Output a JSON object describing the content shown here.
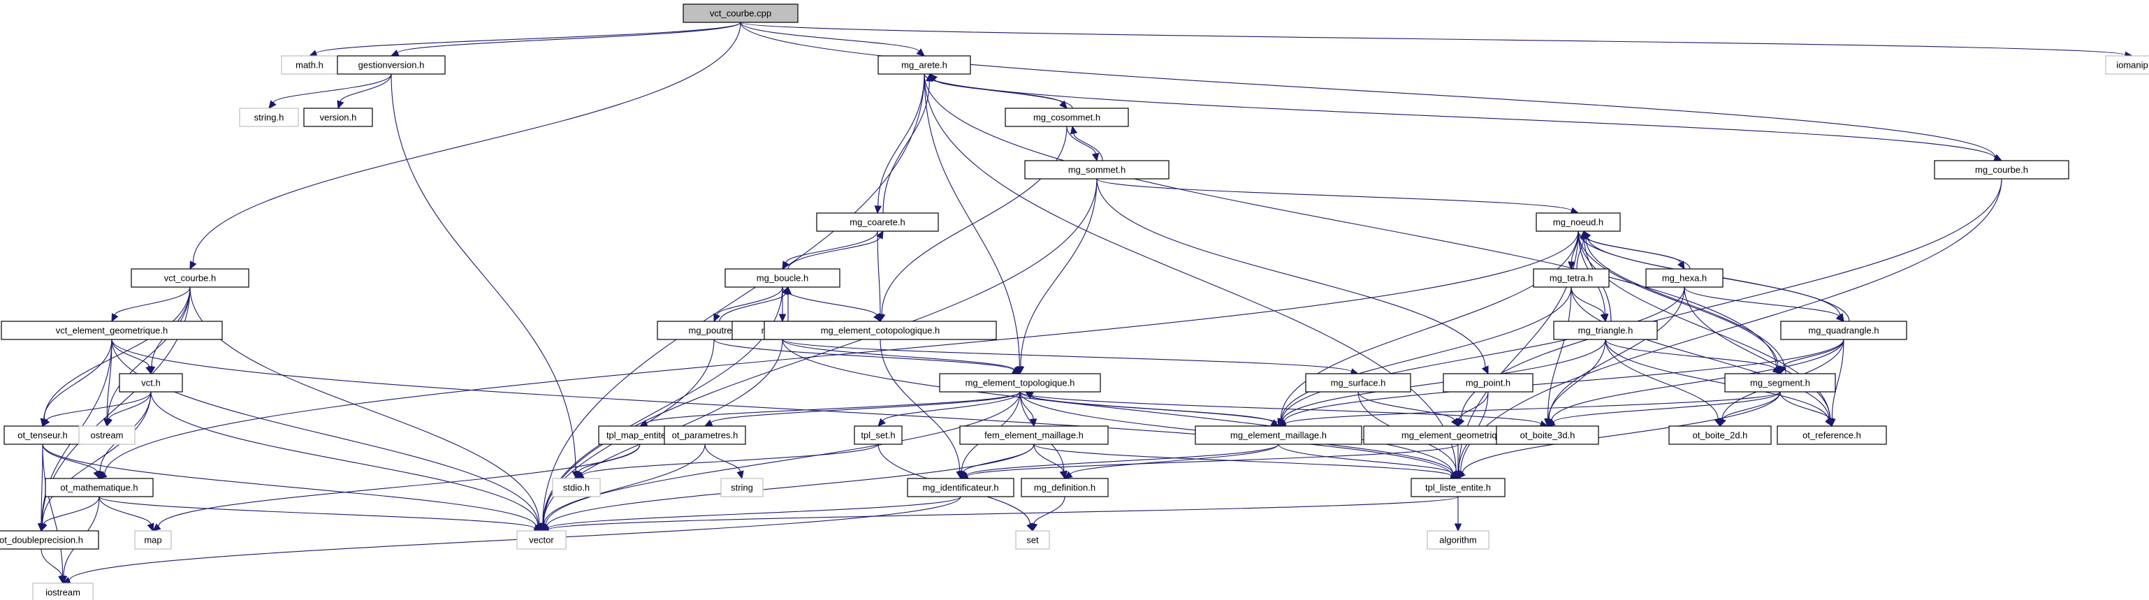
{
  "title": "vct_courbe.cpp include dependency graph",
  "colors": {
    "edge": "#191970",
    "node_border": "#000000",
    "external_border": "#bfbfbf",
    "root_fill": "#bfbfbf"
  },
  "nodes": [
    {
      "id": "vct_courbe_cpp",
      "label": "vct_courbe.cpp",
      "kind": "root"
    },
    {
      "id": "math_h",
      "label": "math.h",
      "kind": "external"
    },
    {
      "id": "gestionversion_h",
      "label": "gestionversion.h",
      "kind": "file"
    },
    {
      "id": "string_h",
      "label": "string.h",
      "kind": "external"
    },
    {
      "id": "version_h",
      "label": "version.h",
      "kind": "file"
    },
    {
      "id": "mg_arete_h",
      "label": "mg_arete.h",
      "kind": "file"
    },
    {
      "id": "iomanip",
      "label": "iomanip",
      "kind": "external"
    },
    {
      "id": "mg_cosommet_h",
      "label": "mg_cosommet.h",
      "kind": "file"
    },
    {
      "id": "mg_sommet_h",
      "label": "mg_sommet.h",
      "kind": "file"
    },
    {
      "id": "mg_courbe_h",
      "label": "mg_courbe.h",
      "kind": "file"
    },
    {
      "id": "mg_coarete_h",
      "label": "mg_coarete.h",
      "kind": "file"
    },
    {
      "id": "mg_noeud_h",
      "label": "mg_noeud.h",
      "kind": "file"
    },
    {
      "id": "vct_courbe_h",
      "label": "vct_courbe.h",
      "kind": "file"
    },
    {
      "id": "mg_boucle_h",
      "label": "mg_boucle.h",
      "kind": "file"
    },
    {
      "id": "mg_tetra_h",
      "label": "mg_tetra.h",
      "kind": "file"
    },
    {
      "id": "mg_hexa_h",
      "label": "mg_hexa.h",
      "kind": "file"
    },
    {
      "id": "vct_element_geometrique_h",
      "label": "vct_element_geometrique.h",
      "kind": "file"
    },
    {
      "id": "mg_poutre_h",
      "label": "mg_poutre.h",
      "kind": "file"
    },
    {
      "id": "mg_face_h",
      "label": "mg_face.h",
      "kind": "file"
    },
    {
      "id": "mg_element_cotopologique_h",
      "label": "mg_element_cotopologique.h",
      "kind": "file"
    },
    {
      "id": "mg_triangle_h",
      "label": "mg_triangle.h",
      "kind": "file"
    },
    {
      "id": "mg_quadrangle_h",
      "label": "mg_quadrangle.h",
      "kind": "file"
    },
    {
      "id": "vct_h",
      "label": "vct.h",
      "kind": "file"
    },
    {
      "id": "mg_element_topologique_h",
      "label": "mg_element_topologique.h",
      "kind": "file"
    },
    {
      "id": "mg_surface_h",
      "label": "mg_surface.h",
      "kind": "file"
    },
    {
      "id": "mg_point_h",
      "label": "mg_point.h",
      "kind": "file"
    },
    {
      "id": "mg_segment_h",
      "label": "mg_segment.h",
      "kind": "file"
    },
    {
      "id": "ot_tenseur_h",
      "label": "ot_tenseur.h",
      "kind": "file"
    },
    {
      "id": "ostream",
      "label": "ostream",
      "kind": "external"
    },
    {
      "id": "tpl_map_entite_h",
      "label": "tpl_map_entite.h",
      "kind": "file"
    },
    {
      "id": "ot_parametres_h",
      "label": "ot_parametres.h",
      "kind": "file"
    },
    {
      "id": "tpl_set_h",
      "label": "tpl_set.h",
      "kind": "file"
    },
    {
      "id": "fem_element_maillage_h",
      "label": "fem_element_maillage.h",
      "kind": "file"
    },
    {
      "id": "mg_element_maillage_h",
      "label": "mg_element_maillage.h",
      "kind": "file"
    },
    {
      "id": "mg_element_geometrique_h",
      "label": "mg_element_geometrique.h",
      "kind": "file"
    },
    {
      "id": "ot_boite_3d_h",
      "label": "ot_boite_3d.h",
      "kind": "file"
    },
    {
      "id": "ot_boite_2d_h",
      "label": "ot_boite_2d.h",
      "kind": "file"
    },
    {
      "id": "ot_reference_h",
      "label": "ot_reference.h",
      "kind": "file"
    },
    {
      "id": "ot_mathematique_h",
      "label": "ot_mathematique.h",
      "kind": "file"
    },
    {
      "id": "stdio_h",
      "label": "stdio.h",
      "kind": "external"
    },
    {
      "id": "string",
      "label": "string",
      "kind": "external"
    },
    {
      "id": "mg_identificateur_h",
      "label": "mg_identificateur.h",
      "kind": "file"
    },
    {
      "id": "mg_definition_h",
      "label": "mg_definition.h",
      "kind": "file"
    },
    {
      "id": "tpl_liste_entite_h",
      "label": "tpl_liste_entite.h",
      "kind": "file"
    },
    {
      "id": "ot_doubleprecision_h",
      "label": "ot_doubleprecision.h",
      "kind": "file"
    },
    {
      "id": "map",
      "label": "map",
      "kind": "external"
    },
    {
      "id": "vector",
      "label": "vector",
      "kind": "external"
    },
    {
      "id": "set",
      "label": "set",
      "kind": "external"
    },
    {
      "id": "algorithm",
      "label": "algorithm",
      "kind": "external"
    },
    {
      "id": "iostream",
      "label": "iostream",
      "kind": "external"
    }
  ],
  "edges": [
    [
      "vct_courbe_cpp",
      "math_h"
    ],
    [
      "vct_courbe_cpp",
      "gestionversion_h"
    ],
    [
      "vct_courbe_cpp",
      "mg_arete_h"
    ],
    [
      "vct_courbe_cpp",
      "iomanip"
    ],
    [
      "vct_courbe_cpp",
      "vct_courbe_h"
    ],
    [
      "vct_courbe_cpp",
      "mg_courbe_h"
    ],
    [
      "gestionversion_h",
      "string_h"
    ],
    [
      "gestionversion_h",
      "version_h"
    ],
    [
      "gestionversion_h",
      "stdio_h"
    ],
    [
      "mg_arete_h",
      "mg_cosommet_h"
    ],
    [
      "mg_arete_h",
      "mg_coarete_h"
    ],
    [
      "mg_arete_h",
      "mg_element_topologique_h"
    ],
    [
      "mg_arete_h",
      "mg_courbe_h"
    ],
    [
      "mg_arete_h",
      "vector"
    ],
    [
      "mg_arete_h",
      "mg_segment_h"
    ],
    [
      "mg_arete_h",
      "tpl_liste_entite_h"
    ],
    [
      "mg_cosommet_h",
      "mg_arete_h"
    ],
    [
      "mg_cosommet_h",
      "mg_sommet_h"
    ],
    [
      "mg_cosommet_h",
      "mg_element_cotopologique_h"
    ],
    [
      "mg_sommet_h",
      "mg_cosommet_h"
    ],
    [
      "mg_sommet_h",
      "mg_element_topologique_h"
    ],
    [
      "mg_sommet_h",
      "mg_noeud_h"
    ],
    [
      "mg_sommet_h",
      "mg_point_h"
    ],
    [
      "mg_sommet_h",
      "vector"
    ],
    [
      "mg_courbe_h",
      "mg_element_geometrique_h"
    ],
    [
      "mg_courbe_h",
      "tpl_liste_entite_h"
    ],
    [
      "mg_coarete_h",
      "mg_arete_h"
    ],
    [
      "mg_coarete_h",
      "mg_boucle_h"
    ],
    [
      "mg_coarete_h",
      "mg_element_cotopologique_h"
    ],
    [
      "mg_noeud_h",
      "mg_tetra_h"
    ],
    [
      "mg_noeud_h",
      "mg_hexa_h"
    ],
    [
      "mg_noeud_h",
      "mg_triangle_h"
    ],
    [
      "mg_noeud_h",
      "mg_quadrangle_h"
    ],
    [
      "mg_noeud_h",
      "mg_segment_h"
    ],
    [
      "mg_noeud_h",
      "mg_element_maillage_h"
    ],
    [
      "mg_noeud_h",
      "ot_mathematique_h"
    ],
    [
      "mg_noeud_h",
      "tpl_liste_entite_h"
    ],
    [
      "mg_noeud_h",
      "ot_reference_h"
    ],
    [
      "vct_courbe_h",
      "vct_element_geometrique_h"
    ],
    [
      "vct_courbe_h",
      "vct_h"
    ],
    [
      "vct_courbe_h",
      "ot_tenseur_h"
    ],
    [
      "vct_courbe_h",
      "ostream"
    ],
    [
      "vct_courbe_h",
      "ot_doubleprecision_h"
    ],
    [
      "vct_courbe_h",
      "vector"
    ],
    [
      "mg_boucle_h",
      "mg_coarete_h"
    ],
    [
      "mg_boucle_h",
      "mg_poutre_h"
    ],
    [
      "mg_boucle_h",
      "mg_face_h"
    ],
    [
      "mg_boucle_h",
      "mg_element_cotopologique_h"
    ],
    [
      "mg_boucle_h",
      "vector"
    ],
    [
      "mg_tetra_h",
      "mg_noeud_h"
    ],
    [
      "mg_tetra_h",
      "mg_triangle_h"
    ],
    [
      "mg_tetra_h",
      "mg_element_maillage_h"
    ],
    [
      "mg_tetra_h",
      "ot_boite_3d_h"
    ],
    [
      "mg_tetra_h",
      "ot_reference_h"
    ],
    [
      "mg_hexa_h",
      "mg_noeud_h"
    ],
    [
      "mg_hexa_h",
      "mg_quadrangle_h"
    ],
    [
      "mg_hexa_h",
      "mg_element_maillage_h"
    ],
    [
      "mg_hexa_h",
      "ot_boite_3d_h"
    ],
    [
      "mg_hexa_h",
      "ot_reference_h"
    ],
    [
      "vct_element_geometrique_h",
      "vct_h"
    ],
    [
      "vct_element_geometrique_h",
      "ot_tenseur_h"
    ],
    [
      "vct_element_geometrique_h",
      "ostream"
    ],
    [
      "vct_element_geometrique_h",
      "ot_doubleprecision_h"
    ],
    [
      "vct_element_geometrique_h",
      "vector"
    ],
    [
      "vct_element_geometrique_h",
      "tpl_liste_entite_h"
    ],
    [
      "mg_poutre_h",
      "mg_boucle_h"
    ],
    [
      "mg_poutre_h",
      "mg_element_topologique_h"
    ],
    [
      "mg_poutre_h",
      "vector"
    ],
    [
      "mg_face_h",
      "mg_boucle_h"
    ],
    [
      "mg_face_h",
      "mg_element_topologique_h"
    ],
    [
      "mg_face_h",
      "mg_surface_h"
    ],
    [
      "mg_face_h",
      "vector"
    ],
    [
      "mg_face_h",
      "tpl_liste_entite_h"
    ],
    [
      "mg_element_cotopologique_h",
      "mg_identificateur_h"
    ],
    [
      "mg_triangle_h",
      "mg_noeud_h"
    ],
    [
      "mg_triangle_h",
      "mg_segment_h"
    ],
    [
      "mg_triangle_h",
      "mg_element_maillage_h"
    ],
    [
      "mg_triangle_h",
      "ot_boite_3d_h"
    ],
    [
      "mg_triangle_h",
      "ot_boite_2d_h"
    ],
    [
      "mg_triangle_h",
      "ot_reference_h"
    ],
    [
      "mg_quadrangle_h",
      "mg_noeud_h"
    ],
    [
      "mg_quadrangle_h",
      "mg_segment_h"
    ],
    [
      "mg_quadrangle_h",
      "mg_element_maillage_h"
    ],
    [
      "mg_quadrangle_h",
      "ot_boite_3d_h"
    ],
    [
      "mg_quadrangle_h",
      "ot_boite_2d_h"
    ],
    [
      "mg_quadrangle_h",
      "ot_reference_h"
    ],
    [
      "vct_h",
      "ot_tenseur_h"
    ],
    [
      "vct_h",
      "ostream"
    ],
    [
      "vct_h",
      "ot_mathematique_h"
    ],
    [
      "vct_h",
      "ot_doubleprecision_h"
    ],
    [
      "vct_h",
      "vector"
    ],
    [
      "mg_element_topologique_h",
      "tpl_map_entite_h"
    ],
    [
      "mg_element_topologique_h",
      "ot_parametres_h"
    ],
    [
      "mg_element_topologique_h",
      "tpl_set_h"
    ],
    [
      "mg_element_topologique_h",
      "fem_element_maillage_h"
    ],
    [
      "mg_element_topologique_h",
      "mg_element_maillage_h"
    ],
    [
      "mg_element_topologique_h",
      "mg_identificateur_h"
    ],
    [
      "mg_element_topologique_h",
      "mg_definition_h"
    ],
    [
      "mg_element_topologique_h",
      "tpl_liste_entite_h"
    ],
    [
      "mg_element_topologique_h",
      "ot_boite_3d_h"
    ],
    [
      "mg_element_topologique_h",
      "vector"
    ],
    [
      "mg_surface_h",
      "mg_element_geometrique_h"
    ],
    [
      "mg_surface_h",
      "tpl_liste_entite_h"
    ],
    [
      "mg_point_h",
      "mg_element_geometrique_h"
    ],
    [
      "mg_point_h",
      "tpl_liste_entite_h"
    ],
    [
      "mg_segment_h",
      "mg_noeud_h"
    ],
    [
      "mg_segment_h",
      "mg_element_maillage_h"
    ],
    [
      "mg_segment_h",
      "ot_boite_3d_h"
    ],
    [
      "mg_segment_h",
      "ot_boite_2d_h"
    ],
    [
      "mg_segment_h",
      "ot_reference_h"
    ],
    [
      "mg_segment_h",
      "tpl_liste_entite_h"
    ],
    [
      "ot_tenseur_h",
      "ot_mathematique_h"
    ],
    [
      "ot_tenseur_h",
      "ot_doubleprecision_h"
    ],
    [
      "ot_tenseur_h",
      "iostream"
    ],
    [
      "ot_tenseur_h",
      "vector"
    ],
    [
      "tpl_map_entite_h",
      "stdio_h"
    ],
    [
      "tpl_map_entite_h",
      "map"
    ],
    [
      "ot_parametres_h",
      "string"
    ],
    [
      "ot_parametres_h",
      "vector"
    ],
    [
      "tpl_set_h",
      "stdio_h"
    ],
    [
      "tpl_set_h",
      "set"
    ],
    [
      "fem_element_maillage_h",
      "mg_identificateur_h"
    ],
    [
      "fem_element_maillage_h",
      "mg_definition_h"
    ],
    [
      "fem_element_maillage_h",
      "tpl_liste_entite_h"
    ],
    [
      "fem_element_maillage_h",
      "vector"
    ],
    [
      "mg_element_maillage_h",
      "mg_element_topologique_h"
    ],
    [
      "mg_element_maillage_h",
      "mg_identificateur_h"
    ],
    [
      "mg_element_maillage_h",
      "mg_definition_h"
    ],
    [
      "mg_element_maillage_h",
      "tpl_liste_entite_h"
    ],
    [
      "mg_element_geometrique_h",
      "mg_identificateur_h"
    ],
    [
      "mg_element_geometrique_h",
      "tpl_liste_entite_h"
    ],
    [
      "ot_mathematique_h",
      "ot_doubleprecision_h"
    ],
    [
      "ot_mathematique_h",
      "map"
    ],
    [
      "ot_mathematique_h",
      "vector"
    ],
    [
      "ot_mathematique_h",
      "iostream"
    ],
    [
      "mg_identificateur_h",
      "vector"
    ],
    [
      "mg_identificateur_h",
      "iostream"
    ],
    [
      "mg_definition_h",
      "set"
    ],
    [
      "tpl_liste_entite_h",
      "algorithm"
    ],
    [
      "tpl_liste_entite_h",
      "vector"
    ],
    [
      "ot_doubleprecision_h",
      "iostream"
    ]
  ]
}
